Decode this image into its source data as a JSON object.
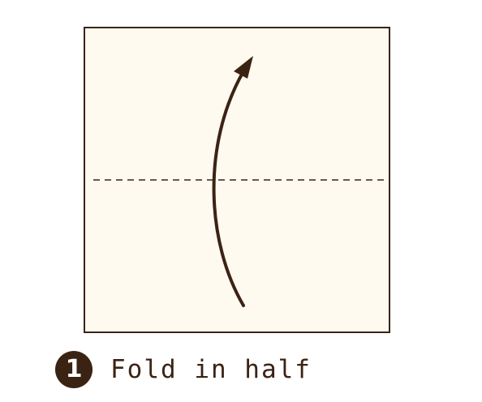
{
  "step": {
    "number": "1",
    "instruction": "Fold in half"
  },
  "colors": {
    "paper": "#fffaf0",
    "outline": "#3b2314",
    "arrow": "#3b2314",
    "fold_line": "#3b2314",
    "badge": "#3b2314"
  },
  "icons": {
    "fold_arrow": "curved-up-arrow",
    "fold_line": "dashed-valley-fold-line"
  }
}
